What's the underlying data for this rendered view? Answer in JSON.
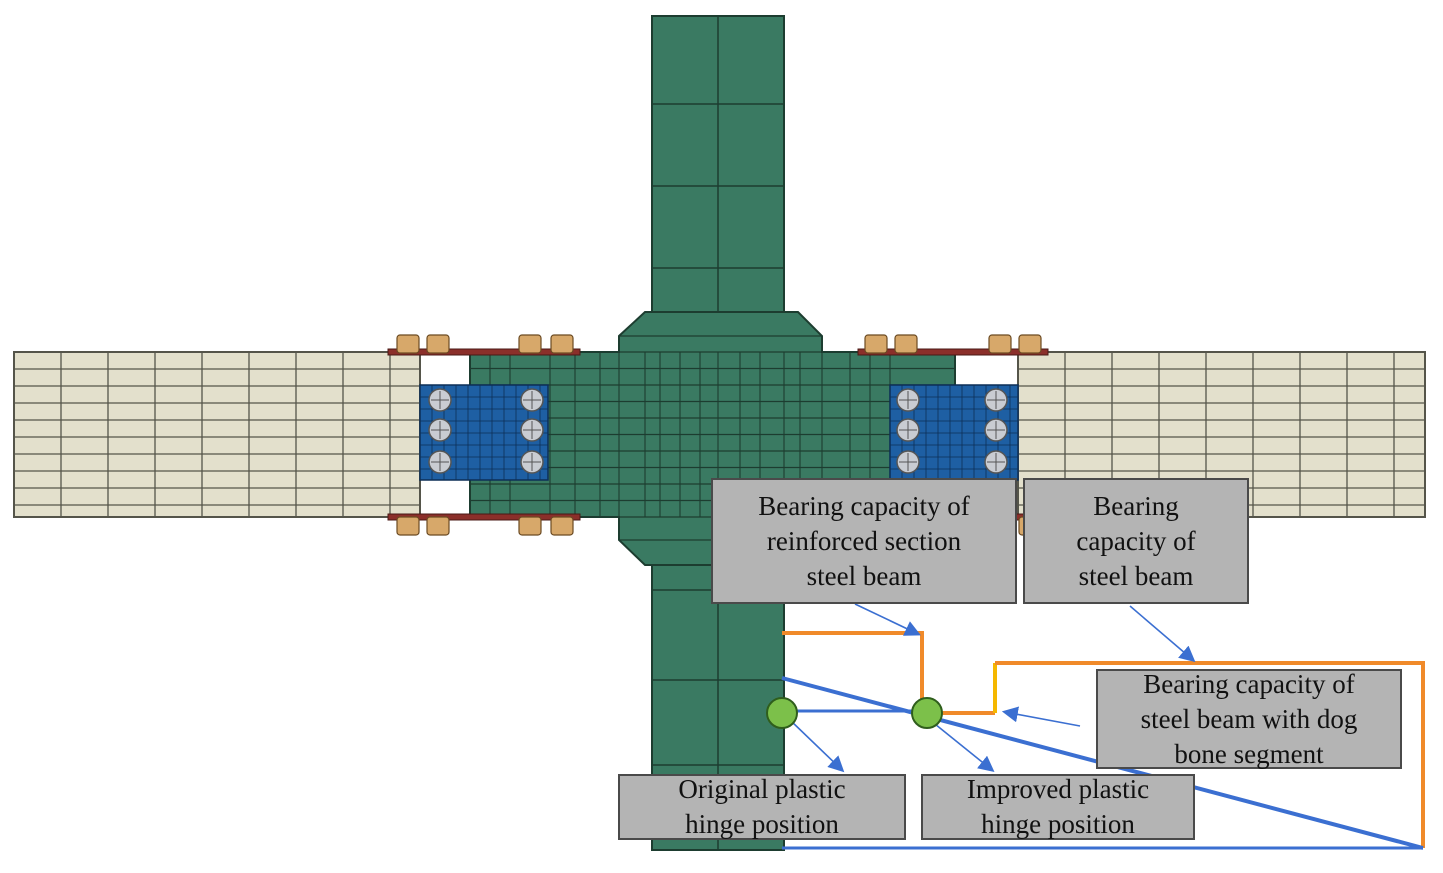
{
  "labels": {
    "reinforced": "Bearing capacity of\nreinforced section\nsteel beam",
    "steel_beam": "Bearing\ncapacity of\nsteel beam",
    "dog_bone": "Bearing capacity of\nsteel beam with dog\nbone segment",
    "original_hinge": "Original plastic\nhinge position",
    "improved_hinge": "Improved plastic\nhinge position"
  },
  "colors": {
    "column": "#3a7a62",
    "column_edge": "#1d3d30",
    "beam": "#e3e0cc",
    "beam_edge": "#55554a",
    "splice": "#1e5fa3",
    "bolt": "#c9ccd2",
    "nut": "#d7a86a",
    "flange_plate": "#8b2f2a",
    "orange_line": "#f08a2a",
    "yellow_line": "#f5b800",
    "blue_line": "#3b6fd1",
    "hinge": "#7cc04a",
    "label_fill": "#b4b4b4"
  }
}
